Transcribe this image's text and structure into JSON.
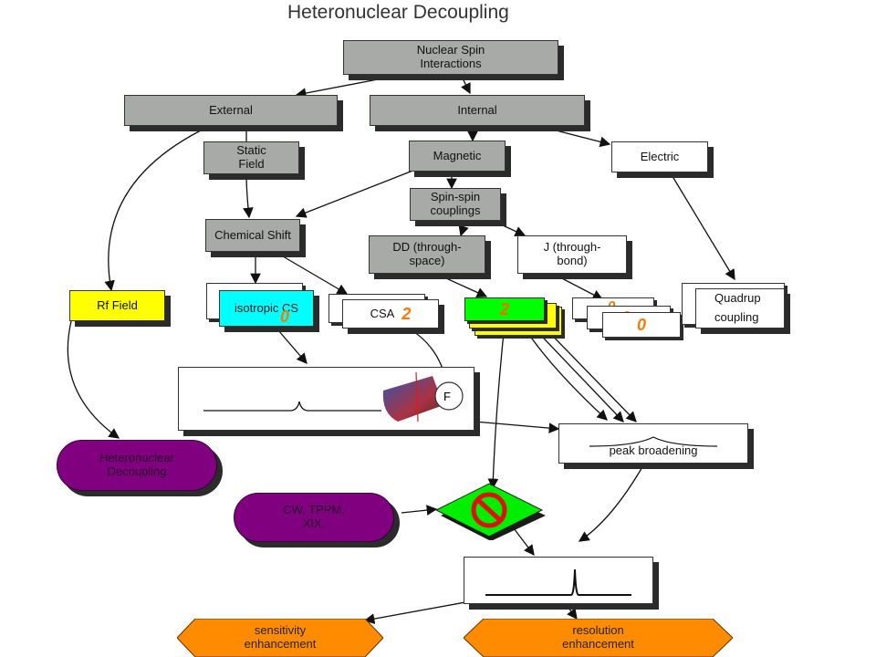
{
  "title": "Heteronuclear Decoupling",
  "nodes": {
    "nuclear_spin": "Nuclear Spin Interactions",
    "external": "External",
    "internal": "Internal",
    "static_field": "Static Field",
    "magnetic": "Magnetic",
    "electric": "Electric",
    "spin_spin": "Spin-spin couplings",
    "chemical_shift": "Chemical Shift",
    "dd": "DD (through-space)",
    "j": "J (through-bond)",
    "rf_field": "Rf Field",
    "isotropic_cs": "isotropic CS",
    "isotropic_value": "0",
    "csa": "CSA",
    "csa_value": "2",
    "green_value": "2",
    "j_value_1": "0",
    "j_value_2": "0",
    "j_value_3": "0",
    "quadrupolar": "Quadrup coupling",
    "hetero_decoupling": "Heteronuclear Decoupling",
    "methods": "CW, TPPM, XIX,",
    "peak_broadening": "peak broadening",
    "rotor_label": "F",
    "sensitivity": "sensitivity enhancement",
    "resolution": "resolution enhancement"
  },
  "colors": {
    "gray": "#a8aaa7",
    "yellow": "#ffff00",
    "cyan": "#00ffff",
    "green": "#00ff00",
    "purple": "#800080",
    "orange": "#ff8c00",
    "number": "#ff7700"
  }
}
